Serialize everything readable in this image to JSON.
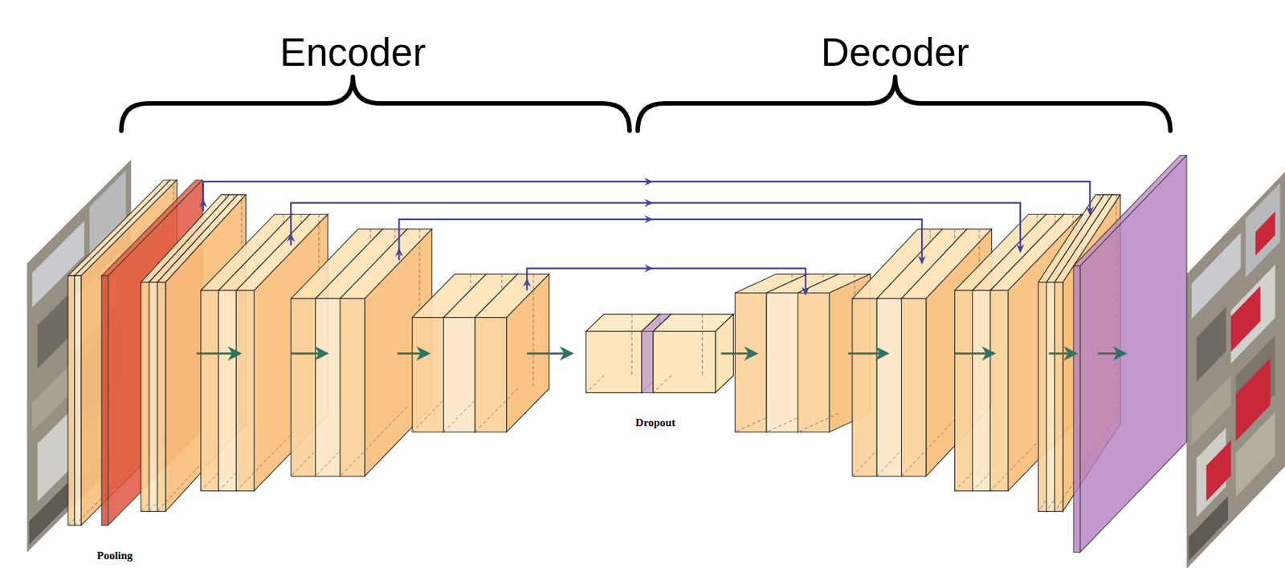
{
  "diagram": {
    "labels": [
      "Encoder",
      "Decoder",
      "Dropout",
      "Pooling"
    ]
  }
}
